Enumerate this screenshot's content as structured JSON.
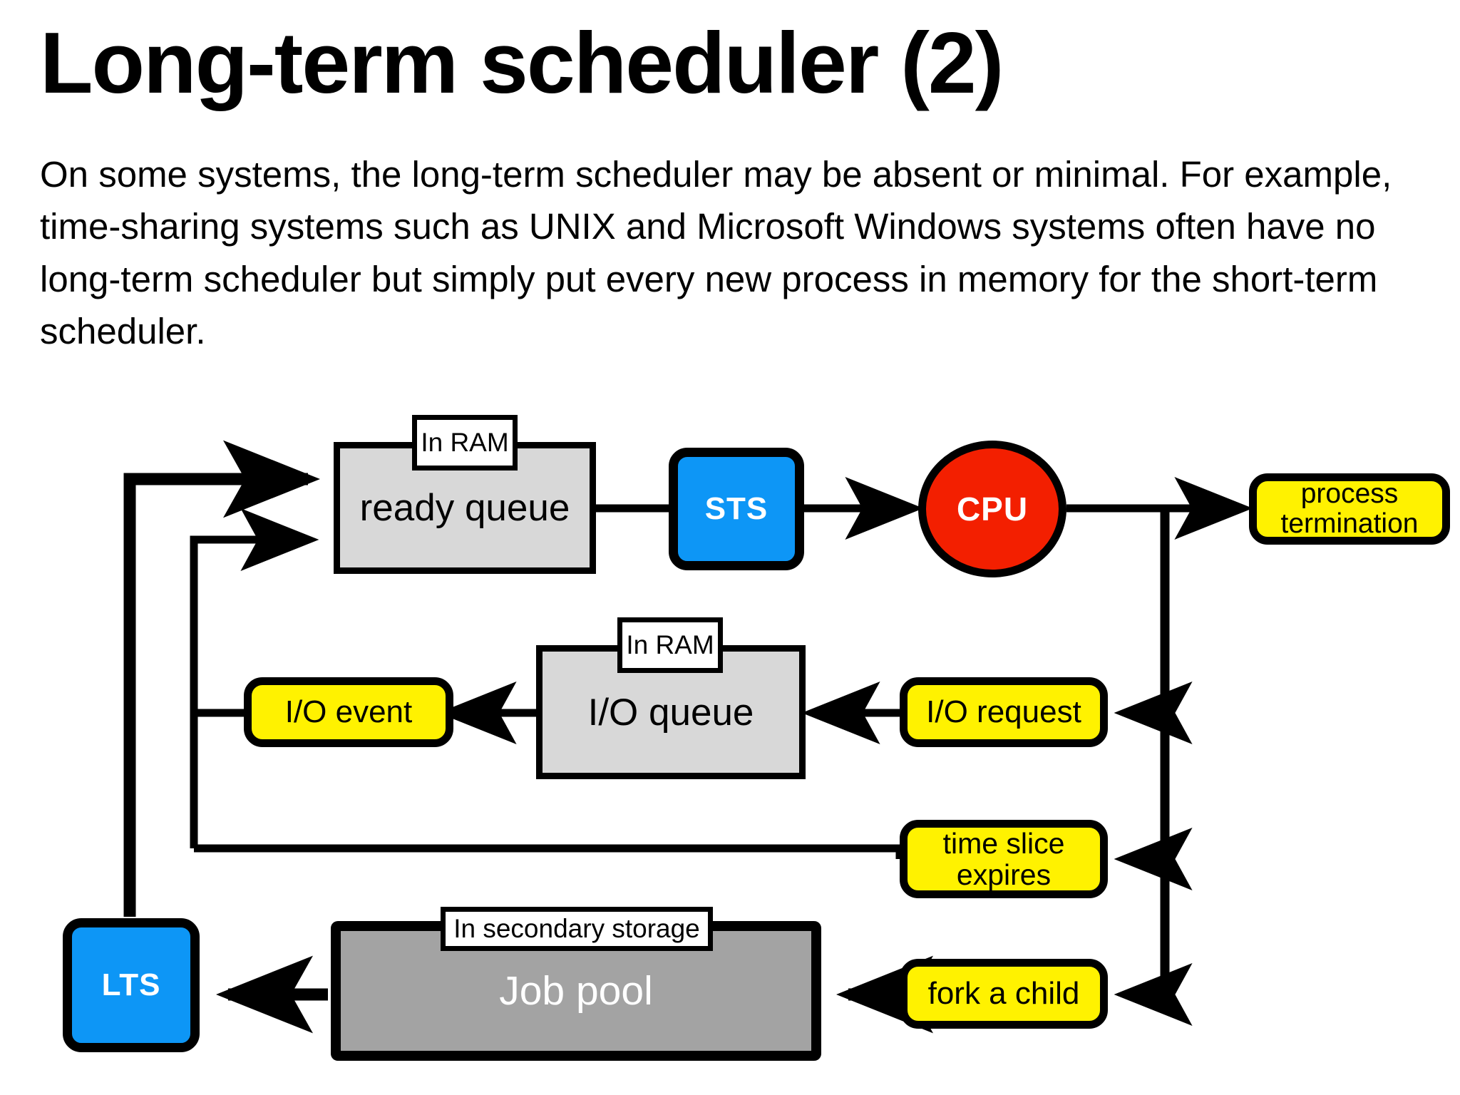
{
  "slide": {
    "title": "Long-term scheduler (2)",
    "body": "On some systems, the long-term scheduler may be absent or minimal. For example, time-sharing systems such as UNIX and Microsoft Windows systems often have no long-term scheduler but simply put every new process in memory for the short-term scheduler."
  },
  "colors": {
    "scheduler_blue": "#0D96F6",
    "cpu_red": "#F31F00",
    "action_yellow": "#FFF200",
    "queue_gray": "#D8D8D8",
    "pool_gray": "#A3A3A3",
    "stroke_black": "#000000",
    "page_white": "#FFFFFF"
  },
  "diagram": {
    "nodes": {
      "ready_queue": {
        "label": "ready queue",
        "tag": "In RAM"
      },
      "sts": {
        "label": "STS"
      },
      "cpu": {
        "label": "CPU"
      },
      "process_termination": {
        "label": "process\ntermination",
        "line1": "process",
        "line2": "termination"
      },
      "io_queue": {
        "label": "I/O queue",
        "tag": "In RAM"
      },
      "io_event": {
        "label": "I/O event"
      },
      "io_request": {
        "label": "I/O request"
      },
      "time_slice_expires": {
        "label": "time slice expires",
        "line1": "time slice",
        "line2": "expires"
      },
      "job_pool": {
        "label": "Job pool",
        "tag": "In secondary storage"
      },
      "fork_a_child": {
        "label": "fork a child"
      },
      "lts": {
        "label": "LTS"
      }
    },
    "edges": [
      {
        "from": "lts",
        "to": "ready_queue",
        "style": "thick"
      },
      {
        "from": "ready_queue",
        "to": "sts",
        "style": "thin"
      },
      {
        "from": "sts",
        "to": "cpu",
        "style": "thin"
      },
      {
        "from": "cpu",
        "to": "process_termination",
        "style": "thin"
      },
      {
        "from": "cpu",
        "to": "io_request",
        "style": "thin"
      },
      {
        "from": "io_request",
        "to": "io_queue",
        "style": "thin"
      },
      {
        "from": "io_queue",
        "to": "io_event",
        "style": "thin"
      },
      {
        "from": "io_event",
        "to": "ready_queue",
        "style": "thin"
      },
      {
        "from": "cpu",
        "to": "time_slice_expires",
        "style": "thin"
      },
      {
        "from": "time_slice_expires",
        "to": "ready_queue",
        "style": "thin"
      },
      {
        "from": "cpu",
        "to": "fork_a_child",
        "style": "thin"
      },
      {
        "from": "fork_a_child",
        "to": "job_pool",
        "style": "thick"
      },
      {
        "from": "job_pool",
        "to": "lts",
        "style": "thick"
      }
    ]
  }
}
